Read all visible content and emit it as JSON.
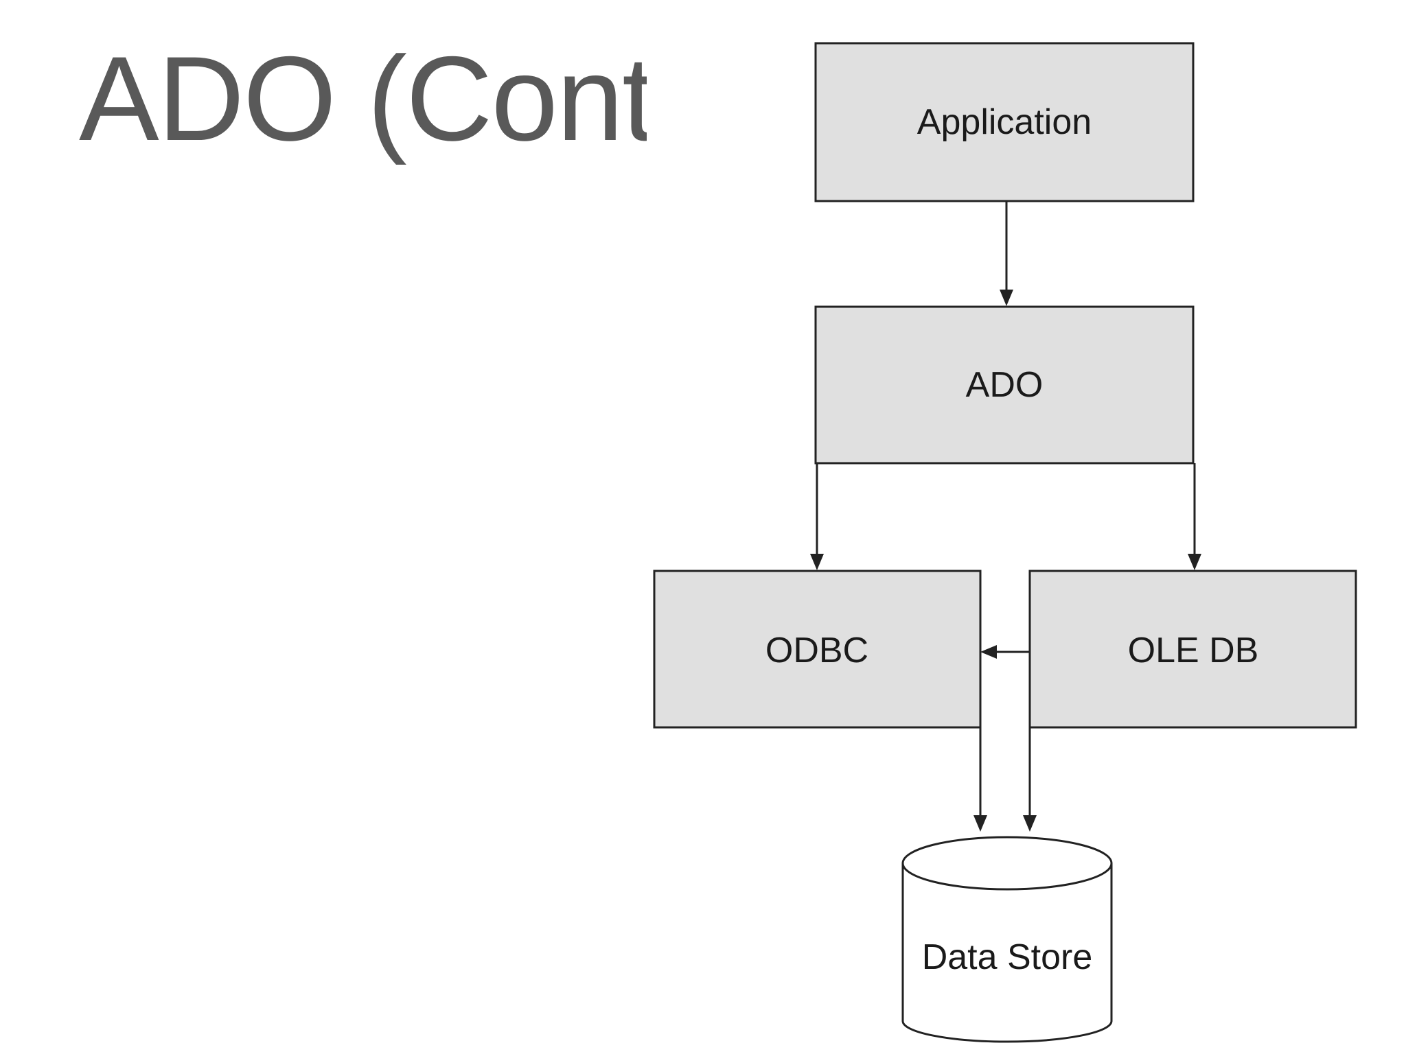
{
  "slide": {
    "title": "ADO (Cont.)"
  },
  "diagram": {
    "nodes": {
      "application": "Application",
      "ado": "ADO",
      "odbc": "ODBC",
      "oledb": "OLE DB",
      "datastore": "Data Store"
    },
    "edges": [
      {
        "from": "application",
        "to": "ado"
      },
      {
        "from": "ado",
        "to": "odbc"
      },
      {
        "from": "ado",
        "to": "oledb"
      },
      {
        "from": "oledb",
        "to": "odbc"
      },
      {
        "from": "odbc",
        "to": "datastore"
      },
      {
        "from": "oledb",
        "to": "datastore"
      }
    ],
    "colors": {
      "box_fill": "#e0e0e0",
      "line": "#222222",
      "title": "#595959"
    }
  }
}
